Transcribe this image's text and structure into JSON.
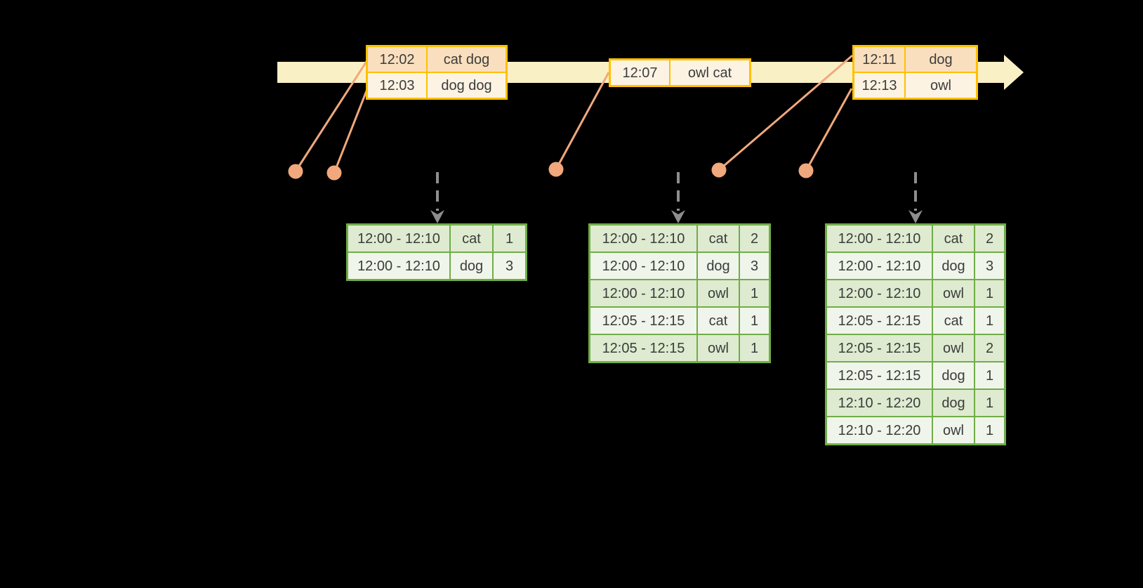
{
  "colors": {
    "background": "#000000",
    "timeline_fill": "#FAF0C6",
    "event_table_border": "#FFC000",
    "event_row_dark": "#FADFBE",
    "event_row_light": "#FDF3E3",
    "result_table_border": "#70AD47",
    "result_row_dark": "#DEEBD0",
    "result_row_light": "#F0F5EB",
    "connector_salmon": "#F1A87C",
    "arrow_gray": "#8E8E8E",
    "text": "#3C3C3C"
  },
  "event_tables": [
    {
      "rows": [
        {
          "shade": "dark",
          "cells": [
            "12:02",
            "cat dog"
          ]
        },
        {
          "shade": "light",
          "cells": [
            "12:03",
            "dog dog"
          ]
        }
      ]
    },
    {
      "rows": [
        {
          "shade": "light",
          "cells": [
            "12:07",
            "owl cat"
          ]
        }
      ]
    },
    {
      "rows": [
        {
          "shade": "dark",
          "cells": [
            "12:11",
            "dog"
          ]
        },
        {
          "shade": "light",
          "cells": [
            "12:13",
            "owl"
          ]
        }
      ]
    }
  ],
  "result_tables": [
    {
      "rows": [
        {
          "shade": "dark",
          "cells": [
            "12:00 - 12:10",
            "cat",
            "1"
          ]
        },
        {
          "shade": "light",
          "cells": [
            "12:00 - 12:10",
            "dog",
            "3"
          ]
        }
      ]
    },
    {
      "rows": [
        {
          "shade": "dark",
          "cells": [
            "12:00 - 12:10",
            "cat",
            "2"
          ]
        },
        {
          "shade": "light",
          "cells": [
            "12:00 - 12:10",
            "dog",
            "3"
          ]
        },
        {
          "shade": "dark",
          "cells": [
            "12:00 - 12:10",
            "owl",
            "1"
          ]
        },
        {
          "shade": "light",
          "cells": [
            "12:05 - 12:15",
            "cat",
            "1"
          ]
        },
        {
          "shade": "dark",
          "cells": [
            "12:05 - 12:15",
            "owl",
            "1"
          ]
        }
      ]
    },
    {
      "rows": [
        {
          "shade": "dark",
          "cells": [
            "12:00 - 12:10",
            "cat",
            "2"
          ]
        },
        {
          "shade": "light",
          "cells": [
            "12:00 - 12:10",
            "dog",
            "3"
          ]
        },
        {
          "shade": "dark",
          "cells": [
            "12:00 - 12:10",
            "owl",
            "1"
          ]
        },
        {
          "shade": "light",
          "cells": [
            "12:05 - 12:15",
            "cat",
            "1"
          ]
        },
        {
          "shade": "dark",
          "cells": [
            "12:05 - 12:15",
            "owl",
            "2"
          ]
        },
        {
          "shade": "light",
          "cells": [
            "12:05 - 12:15",
            "dog",
            "1"
          ]
        },
        {
          "shade": "dark",
          "cells": [
            "12:10 - 12:20",
            "dog",
            "1"
          ]
        },
        {
          "shade": "light",
          "cells": [
            "12:10 - 12:20",
            "owl",
            "1"
          ]
        }
      ]
    }
  ]
}
